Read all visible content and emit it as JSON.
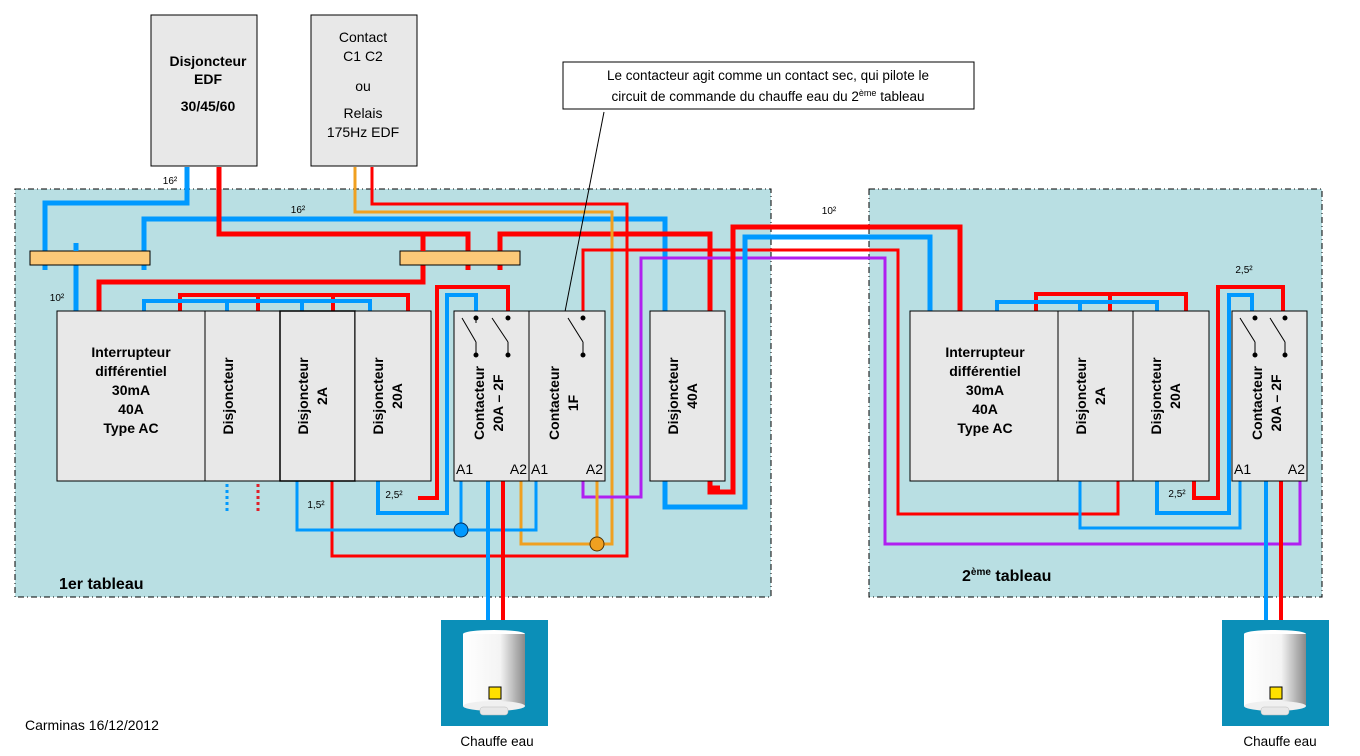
{
  "top_boxes": {
    "edf_breaker": {
      "line1": "Disjoncteur",
      "line2": "EDF",
      "line3": "30/45/60"
    },
    "contact": {
      "line1": "Contact",
      "line2": "C1 C2",
      "line3": "ou",
      "line4": "Relais",
      "line5": "175Hz EDF"
    }
  },
  "callout": {
    "line1": "Le contacteur agit comme un contact sec, qui pilote le",
    "line2_pre": "circuit de commande du chauffe eau du 2",
    "line2_sup": "ème",
    "line2_post": " tableau"
  },
  "wire_labels": {
    "w16_a": "16²",
    "w16_b": "16²",
    "w10_a": "10²",
    "w10_link": "10²",
    "w15": "1,5²",
    "w25_a": "2,5²",
    "w25_b": "2,5²",
    "w25_c": "2,5²"
  },
  "panel1": {
    "title": "1er tableau",
    "rcd": {
      "line1": "Interrupteur",
      "line2": "différentiel",
      "line3": "30mA",
      "line4": "40A",
      "line5": "Type AC"
    },
    "breaker": {
      "line1": "Disjoncteur"
    },
    "breaker_2a": {
      "line1": "Disjoncteur",
      "line2": "2A"
    },
    "breaker_20a": {
      "line1": "Disjoncteur",
      "line2": "20A"
    },
    "contactor_2f": {
      "line1": "Contacteur",
      "line2": "20A – 2F",
      "a1": "A1",
      "a2": "A2"
    },
    "contactor_1f": {
      "line1": "Contacteur",
      "line2": "1F",
      "a1": "A1",
      "a2": "A2"
    },
    "breaker_40a": {
      "line1": "Disjoncteur",
      "line2": "40A"
    }
  },
  "panel2": {
    "title": "2",
    "title_sup": "ème",
    "title_post": " tableau",
    "rcd": {
      "line1": "Interrupteur",
      "line2": "différentiel",
      "line3": "30mA",
      "line4": "40A",
      "line5": "Type AC"
    },
    "breaker_2a": {
      "line1": "Disjoncteur",
      "line2": "2A"
    },
    "breaker_20a": {
      "line1": "Disjoncteur",
      "line2": "20A"
    },
    "contactor_2f": {
      "line1": "Contacteur",
      "line2": "20A – 2F",
      "a1": "A1",
      "a2": "A2"
    }
  },
  "water_heaters": [
    {
      "label": "Chauffe eau"
    },
    {
      "label": "Chauffe eau"
    }
  ],
  "footer": {
    "credit": "Carminas 16/12/2012"
  },
  "colors": {
    "panel_bg": "#b9dfe3",
    "phase": "#ff0000",
    "neutral": "#0099ff",
    "control": "#f0a020",
    "pilot": "#b020f0",
    "bus_bar": "#fcc978",
    "module": "#e8e8e8",
    "heater_bg": "#0b8fb8"
  }
}
